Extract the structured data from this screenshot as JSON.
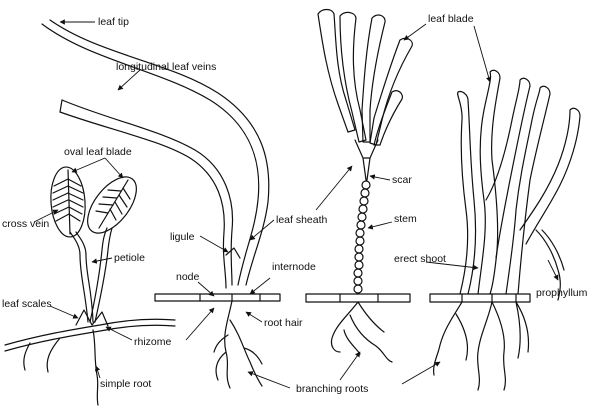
{
  "labels": {
    "leaf_tip": "leaf tip",
    "longitudinal_leaf_veins": "longitudinal leaf veins",
    "oval_leaf_blade": "oval leaf blade",
    "cross_vein": "cross vein",
    "petiole": "petiole",
    "leaf_scales": "leaf scales",
    "rhizome": "rhizome",
    "simple_root": "simple root",
    "ligule": "ligule",
    "node": "node",
    "leaf_sheath": "leaf sheath",
    "internode": "internode",
    "root_hair": "root hair",
    "scar": "scar",
    "stem": "stem",
    "leaf_blade": "leaf blade",
    "erect_shoot": "erect shoot",
    "prophyllum": "prophyllum",
    "branching_roots": "branching roots"
  }
}
